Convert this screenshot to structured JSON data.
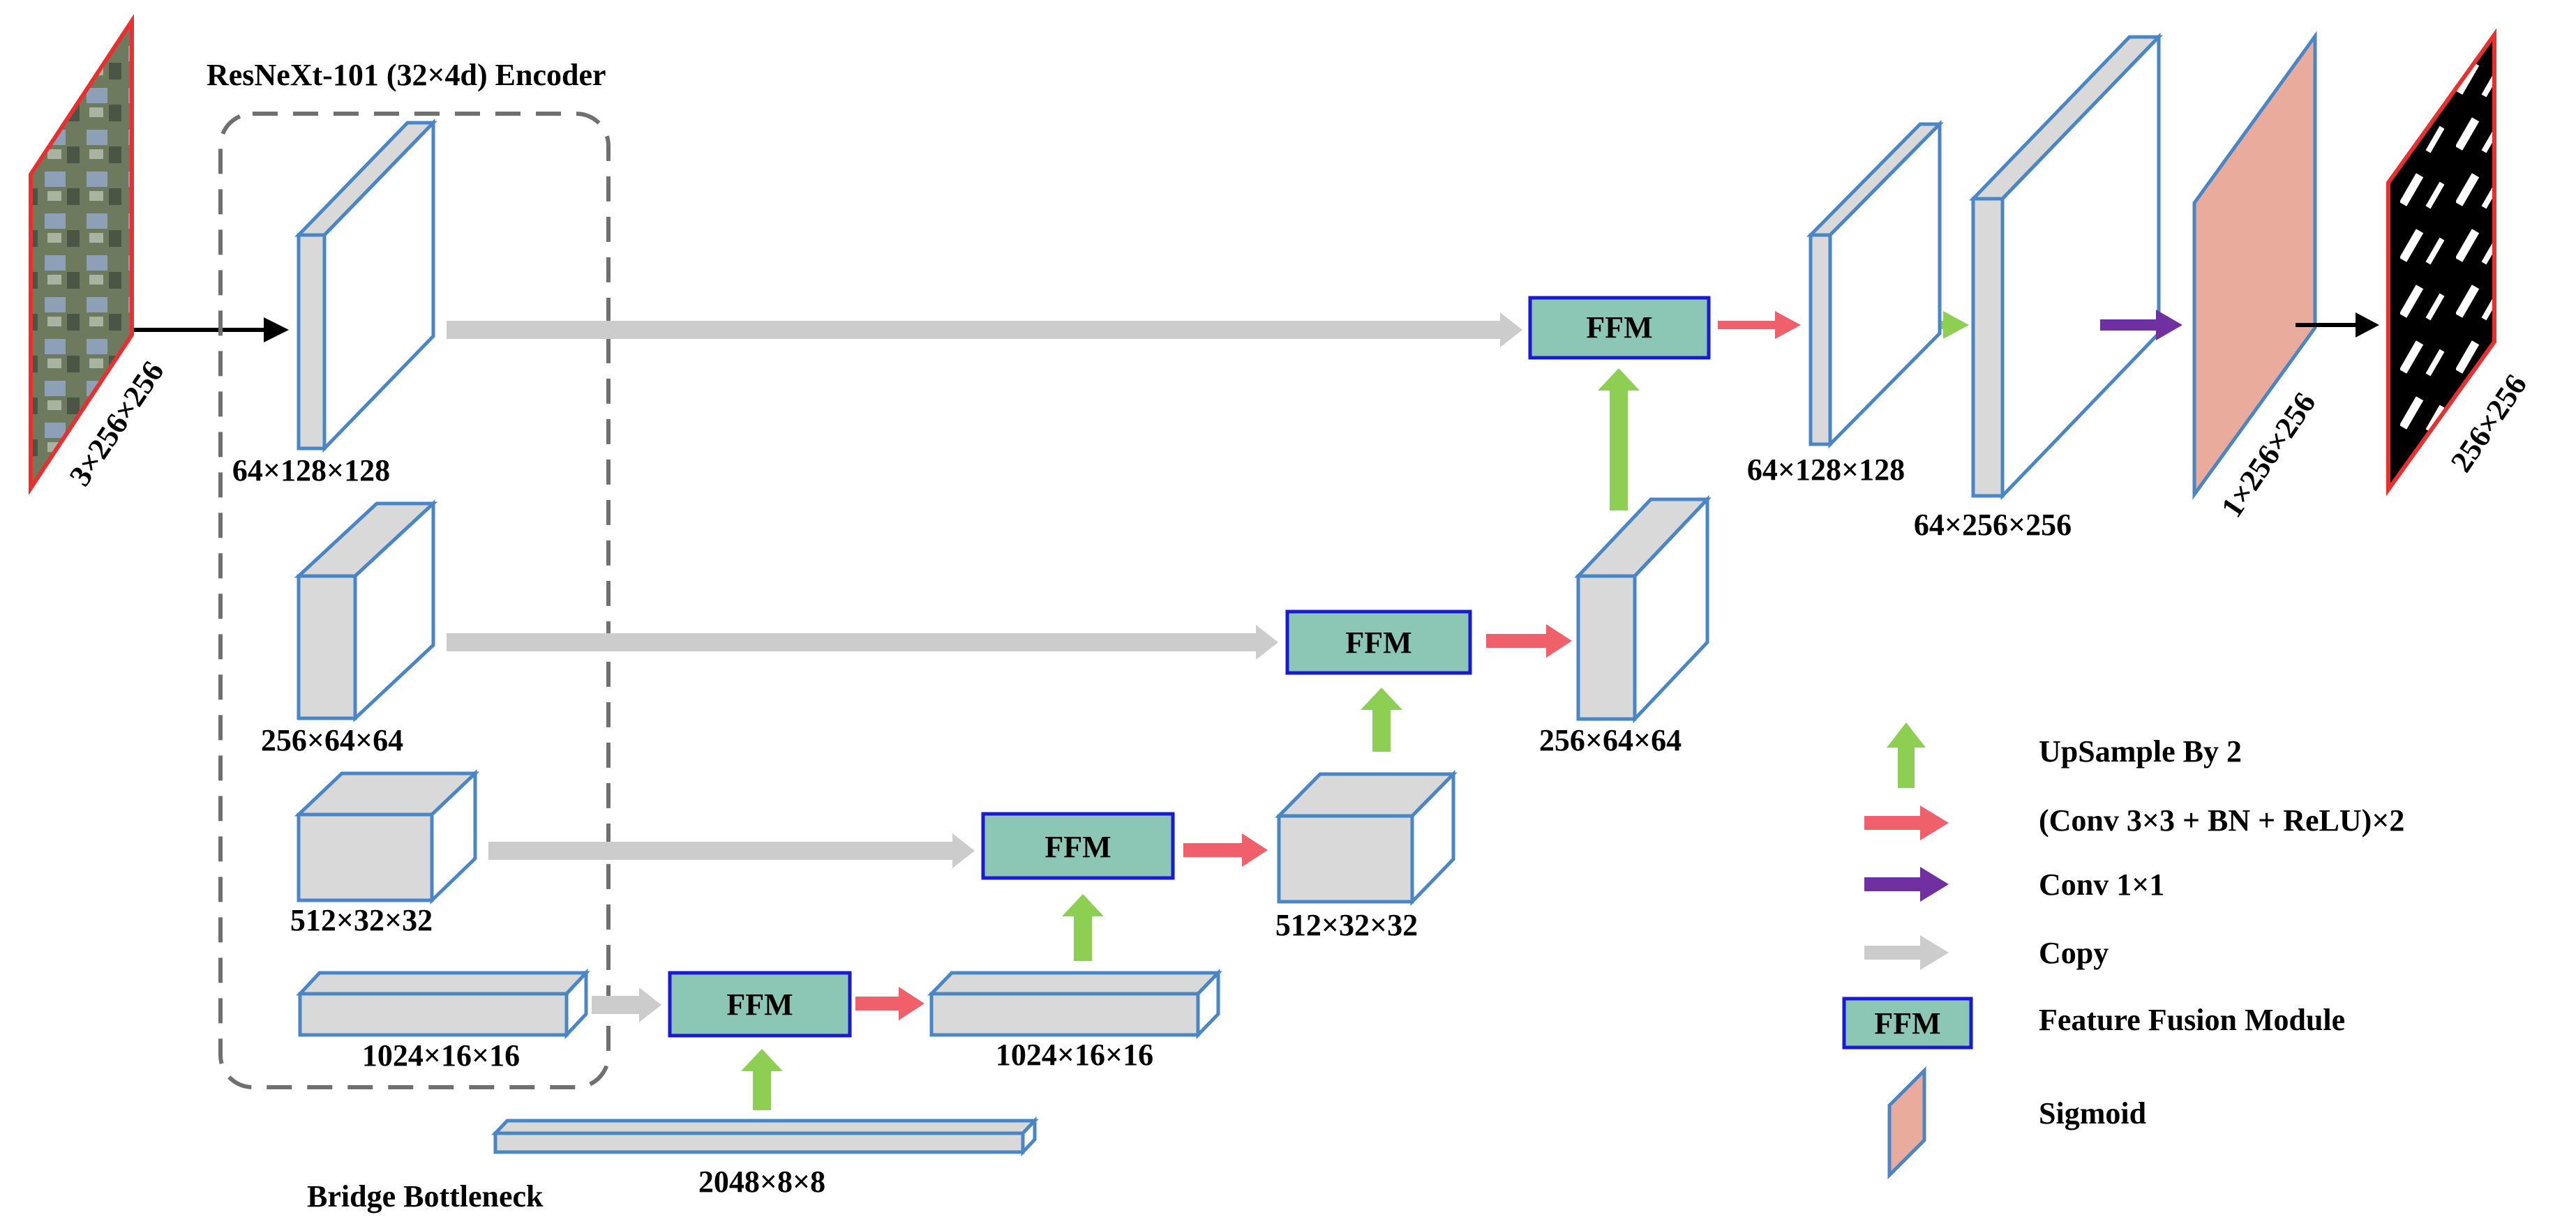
{
  "encoder_title": "ResNeXt-101 (32×4d) Encoder",
  "bridge_label": "Bridge  Bottleneck",
  "input_label": "3×256×256",
  "output_label": "256×256",
  "sigmoid_out_label": "1×256×256",
  "encoder": {
    "e1": "64×128×128",
    "e2": "256×64×64",
    "e3": "512×32×32",
    "e4": "1024×16×16"
  },
  "bottleneck": "2048×8×8",
  "decoder": {
    "d4": "1024×16×16",
    "d3": "512×32×32",
    "d2": "256×64×64",
    "d1": "64×128×128",
    "d0": "64×256×256"
  },
  "ffm_label": "FFM",
  "legend": {
    "upsample": "UpSample By 2",
    "conv": "(Conv 3×3 + BN + ReLU)×2",
    "conv1": "Conv 1×1",
    "copy": "Copy",
    "ffm_box": "FFM",
    "ffm": "Feature Fusion Module",
    "sigmoid": "Sigmoid"
  },
  "colors": {
    "box_fill": "#d9d9d9",
    "box_stroke": "#4a86c5",
    "ffm_fill": "#8cc7b5",
    "ffm_stroke": "#1a1ad6",
    "copy_arrow": "#cccccc",
    "conv_arrow": "#f0606a",
    "upsample_arrow": "#8ccf52",
    "conv1_arrow": "#7030a0",
    "sigmoid_fill": "#e8ab9c",
    "input_border": "#e83030"
  }
}
